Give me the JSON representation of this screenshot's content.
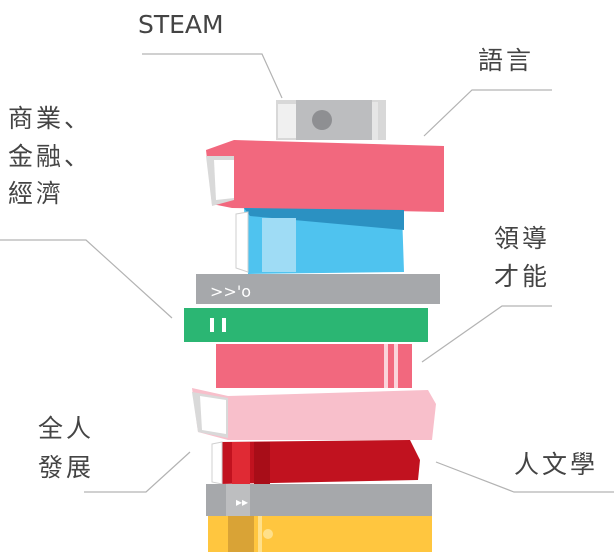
{
  "labels": {
    "steam": "STEAM",
    "language": "語言",
    "business": "商業、\n金融、\n經濟",
    "leadership": "領導\n才能",
    "whole_person": "全人\n發展",
    "humanities": "人文學"
  },
  "colors": {
    "red": "#f2687e",
    "blue": "#4fc3ef",
    "gray": "#a6a8ab",
    "green": "#2bb673",
    "pink": "#f8bfcb",
    "crimson": "#c1121f",
    "yellow": "#ffc63f",
    "line": "#b3b3b3",
    "text": "#444444"
  }
}
